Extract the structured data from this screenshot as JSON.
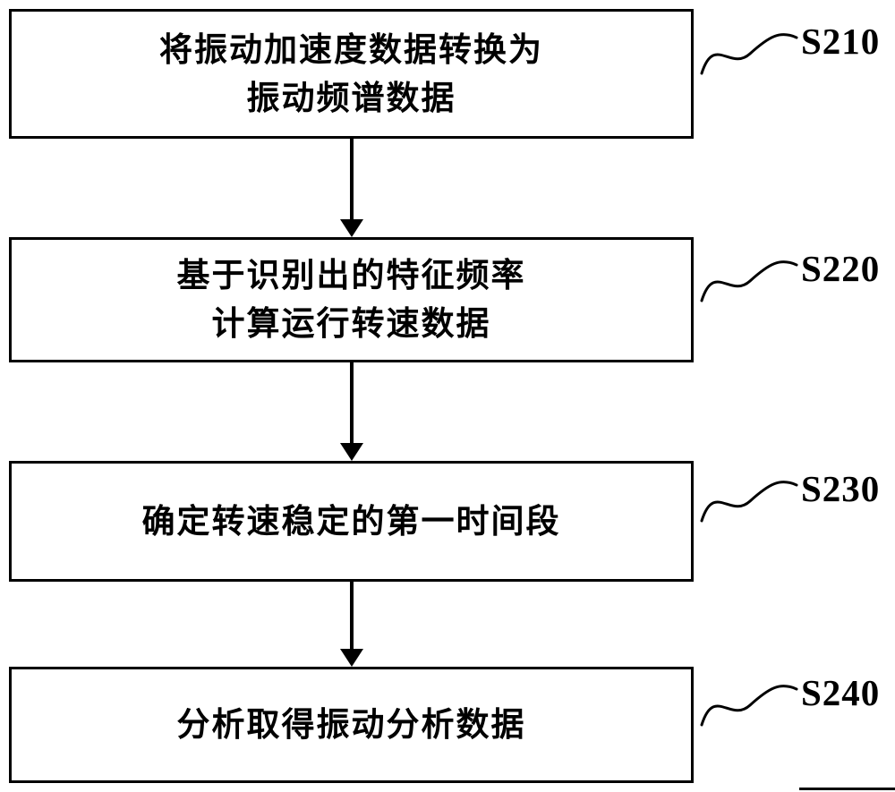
{
  "diagram": {
    "title": "vibration-analysis-flowchart",
    "steps": [
      {
        "id": "S210",
        "text": "将振动加速度数据转换为\n振动频谱数据"
      },
      {
        "id": "S220",
        "text": "基于识别出的特征频率\n计算运行转速数据"
      },
      {
        "id": "S230",
        "text": "确定转速稳定的第一时间段"
      },
      {
        "id": "S240",
        "text": "分析取得振动分析数据"
      }
    ]
  }
}
